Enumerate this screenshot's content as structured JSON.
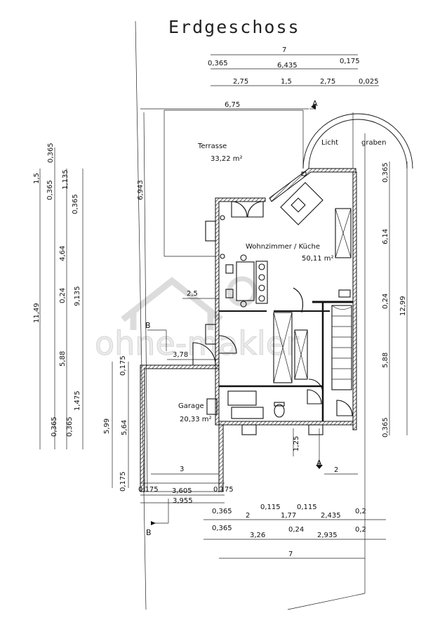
{
  "title": "Erdgeschoss",
  "watermark": "ohne-makler",
  "rooms": {
    "terrasse": {
      "name": "Terrasse",
      "area": "33,22 m²"
    },
    "wohnzimmer": {
      "name": "Wohnzimmer / Küche",
      "area": "50,11 m²"
    },
    "garage": {
      "name": "Garage",
      "area": "20,33 m²"
    },
    "lichtgraben_a": "Licht",
    "lichtgraben_b": "graben"
  },
  "section_marks": {
    "a_top": "A",
    "a_bottom": "A",
    "b_top": "B",
    "b_bottom": "B"
  },
  "dims_top": [
    "7",
    "0,365",
    "6,435",
    "0,175",
    "2,75",
    "1,5",
    "2,75",
    "0,025",
    "6,75"
  ],
  "dims_left_outer": [
    "1,5",
    "0,365",
    "11,49",
    "0,365",
    "0,365",
    "1,475",
    "0,175",
    "0,365",
    "1,135"
  ],
  "dims_left_inner": [
    "0,365",
    "4,64",
    "0,24",
    "9,135",
    "5,88",
    "5,99",
    "5,64",
    "0,175"
  ],
  "dims_interior": [
    "6,943",
    "2,5",
    "3,78",
    "3",
    "1,25",
    "2"
  ],
  "dims_right": [
    "0,365",
    "6,14",
    "12,99",
    "0,24",
    "5,88",
    "0,365"
  ],
  "dims_bottom_row1": [
    "0,175",
    "3,605",
    "0,175"
  ],
  "dims_bottom_row2": [
    "3,955"
  ],
  "dims_bottom_row3": [
    "0,365",
    "0,115",
    "0,115",
    "2",
    "1,77",
    "2,435",
    "0,2"
  ],
  "dims_bottom_row4": [
    "0,365",
    "3,26",
    "0,24",
    "2,935",
    "0,2"
  ],
  "dims_bottom_row5": [
    "7"
  ]
}
